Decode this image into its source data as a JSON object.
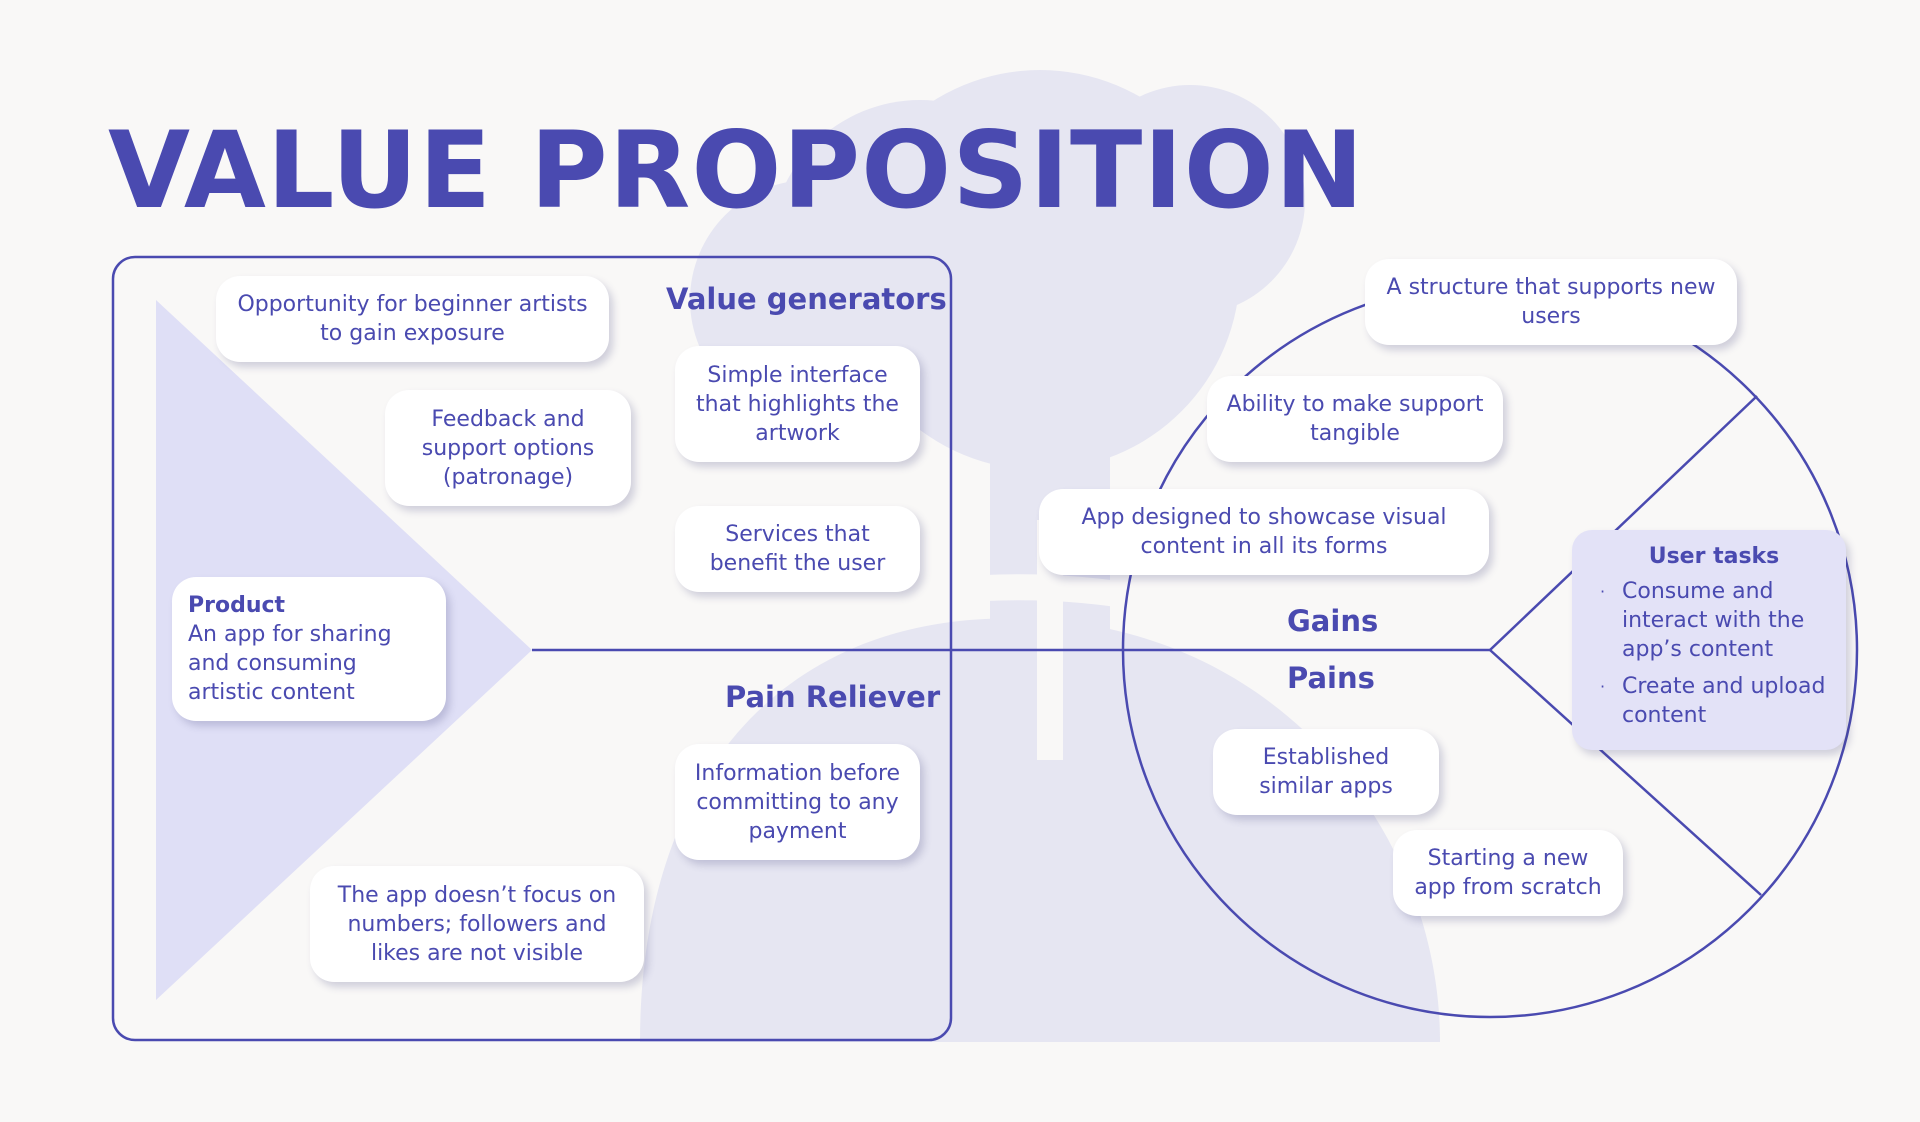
{
  "title": "VALUE PROPOSITION",
  "colors": {
    "primary": "#4a4ab0",
    "background": "#f9f8f7",
    "watermark": "#e6e6f2",
    "triangle": "#dfdff6",
    "card": "#ffffff",
    "tasks_card": "#e3e2f7"
  },
  "value_map": {
    "value_generators_label": "Value generators",
    "pain_reliever_label": "Pain Reliever",
    "product": {
      "heading": "Product",
      "text": "An app for sharing and consuming artistic content"
    },
    "gain_creators": [
      "Opportunity for beginner artists to gain exposure",
      "Feedback and support options (patronage)",
      "Simple interface that highlights the artwork",
      "Services that benefit the user"
    ],
    "pain_relievers": [
      "Information before committing to any payment",
      "The app doesn’t focus on numbers; followers and likes are not visible"
    ]
  },
  "customer_profile": {
    "gains_label": "Gains",
    "pains_label": "Pains",
    "gains": [
      "A structure that supports new users",
      "Ability to make support tangible",
      "App designed to showcase visual content in all its forms"
    ],
    "pains": [
      "Established similar apps",
      "Starting a new app from scratch"
    ],
    "user_tasks": {
      "title": "User tasks",
      "items": [
        "Consume and interact with the app’s content",
        "Create and upload content"
      ],
      "bullet": "·"
    }
  }
}
